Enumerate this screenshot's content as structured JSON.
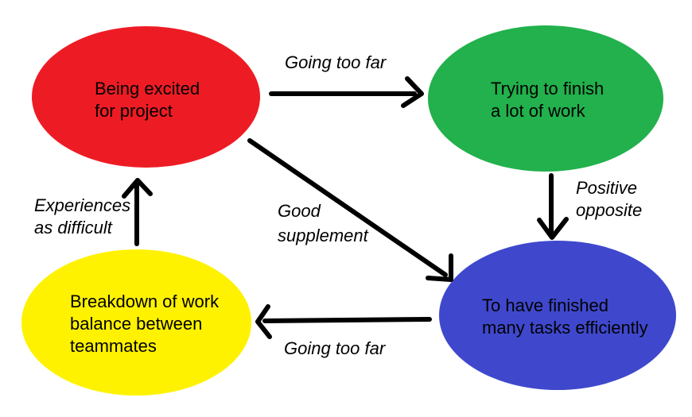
{
  "diagram": {
    "nodes": {
      "red": {
        "color": "#ED1C24",
        "lines": [
          "Being excited",
          "for project"
        ]
      },
      "green": {
        "color": "#22B14C",
        "lines": [
          "Trying to finish",
          "a lot of work"
        ]
      },
      "blue": {
        "color": "#3F48CC",
        "lines": [
          "To have finished",
          "many tasks efficiently"
        ]
      },
      "yellow": {
        "color": "#FFF200",
        "lines": [
          "Breakdown of work",
          "balance between",
          "teammates"
        ]
      }
    },
    "edges": {
      "red_to_green": {
        "label_lines": [
          "Going too far"
        ]
      },
      "green_to_blue": {
        "label_lines": [
          "Positive",
          "opposite"
        ]
      },
      "red_to_blue": {
        "label_lines": [
          "Good",
          "supplement"
        ]
      },
      "blue_to_yellow": {
        "label_lines": [
          "Going too far"
        ]
      },
      "yellow_to_red": {
        "label_lines": [
          "Experiences",
          "as difficult"
        ]
      }
    },
    "colors": {
      "background": "#FFFFFF",
      "arrow": "#000000",
      "text": "#000000"
    }
  }
}
